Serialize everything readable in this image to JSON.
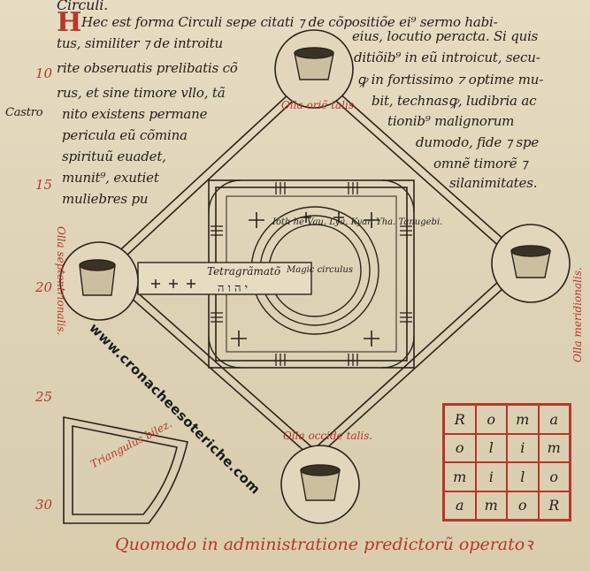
{
  "text_lines": {
    "header": "Circuli.",
    "line1": "Hec est forma Circuli sepe citati ⁊ de cõpositiõe ei⁹ sermo habi-",
    "line2a": "tus, similiter ⁊ de introitu",
    "line2b": "eius, locutio peracta. Si quis",
    "line3a": "rite obseruatis prelibatis cõ",
    "line3b": "ditiõib⁹ in eũ introicut, secu-",
    "line4a": "rus, et sine timore vllo, tã",
    "line4b": "ꝙ in fortissimo ⁊ optime mu-",
    "line5a": "nito existens permane",
    "line5b": "bit, technasꝙ, ludibria ac",
    "line6a": "pericula eũ cõmina",
    "line6b": "tionib⁹ malignorum",
    "line7a": "spirituũ euadet,",
    "line7b": "dumodo, fide ⁊ spe",
    "line8a": "munit⁹, exutiet",
    "line8b": "omnẽ timorẽ ⁊",
    "line9a": "muliebres pu",
    "line9b": "silanimitates."
  },
  "line_numbers": [
    "10",
    "15",
    "20",
    "25",
    "30"
  ],
  "margin_note": "Castro",
  "diagram": {
    "olla_top": "Olla oriẽ talis.",
    "olla_left": "Olla septentrionalis.",
    "olla_right": "Olla meridionalis.",
    "olla_bottom": "Olla occide talis.",
    "tetragrammaton": "Tetragrãmatõ",
    "hebrew": "י ה ו ה",
    "ring_text": "Ioth he Vau. Lya. Kyar. Yha. Tanugebi.",
    "center_text": "Magic circulus",
    "triangle": "Triangulus bilez."
  },
  "watermark": "www.cronacheesoteriche.com",
  "sator_grid": [
    [
      "R",
      "o",
      "m",
      "a"
    ],
    [
      "o",
      "l",
      "i",
      "m"
    ],
    [
      "m",
      "i",
      "l",
      "o"
    ],
    [
      "a",
      "m",
      "o",
      "R"
    ]
  ],
  "footer_heading": "Quomodo in administratione predictorũ operatoꝛ"
}
